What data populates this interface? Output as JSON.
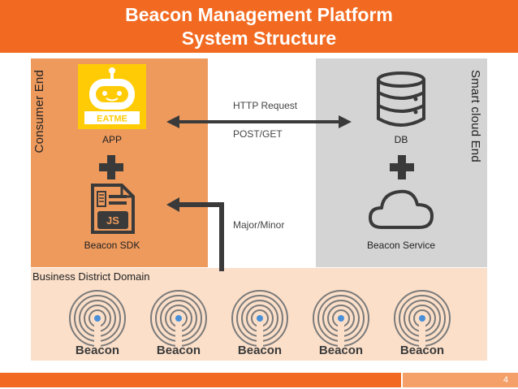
{
  "slide": {
    "title_line1": "Beacon Management Platform",
    "title_line2": "System Structure",
    "page_number": "4"
  },
  "regions": {
    "consumer": "Consumer End",
    "smart": "Smart cloud End",
    "district": "Business District Domain"
  },
  "nodes": {
    "app_logo_text": "EATME",
    "app": "APP",
    "sdk_badge": "JS",
    "sdk": "Beacon SDK",
    "db": "DB",
    "service": "Beacon Service"
  },
  "flows": {
    "http": "HTTP Request",
    "post_get": "POST/GET",
    "major_minor": "Major/Minor"
  },
  "beacons": [
    "Beacon",
    "Beacon",
    "Beacon",
    "Beacon",
    "Beacon"
  ],
  "colors": {
    "accent": "#f26a21",
    "consumer_bg": "#ee9a5d",
    "cloud_bg": "#d4d4d4",
    "district_bg": "#fbdfc9",
    "icon": "#3a3a3a",
    "app_icon": "#ffcb05",
    "beacon_ring": "#7a7a7a",
    "beacon_dot": "#4a90d9"
  }
}
